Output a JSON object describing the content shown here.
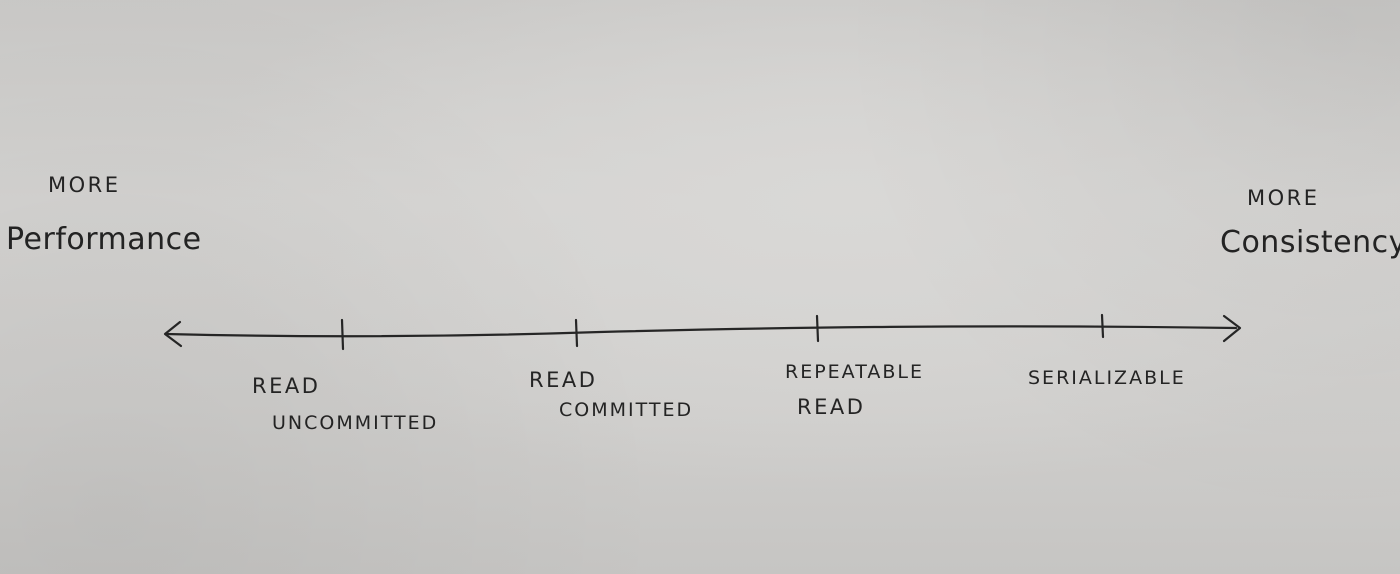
{
  "left_pole": {
    "line1": "MORE",
    "line2": "Performance"
  },
  "right_pole": {
    "line1": "MORE",
    "line2": "Consistency"
  },
  "levels": [
    {
      "line1": "READ",
      "line2": "UNCOMMITTED"
    },
    {
      "line1": "READ",
      "line2": "COMMITTED"
    },
    {
      "line1": "REPEATABLE",
      "line2": "READ"
    },
    {
      "line1": "SERIALIZABLE",
      "line2": ""
    }
  ],
  "colors": {
    "ink": "#242424",
    "paper": "#d2d1cf"
  }
}
